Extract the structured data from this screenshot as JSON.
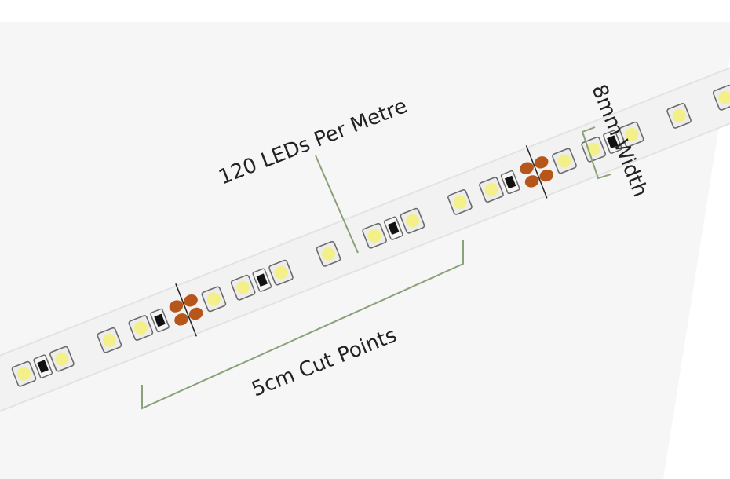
{
  "labels": {
    "leds_per_metre": "120 LEDs Per Metre",
    "cut_points": "5cm Cut Points",
    "width": "8mm Width"
  },
  "colors": {
    "background_panel": "#f6f6f6",
    "strip": "#f2f2f2",
    "strip_edge": "#e6e6e6",
    "led_body": "#ececec",
    "led_border": "#6b6b6b",
    "led_phosphor": "#f3f08a",
    "resistor": "#111111",
    "copper_pad": "#b6561a",
    "annotation_line": "#8aa27a",
    "text": "#222222"
  },
  "icons": {
    "led": "smd-led-icon",
    "resistor": "resistor-icon",
    "cut_pad": "copper-cut-pad-icon"
  }
}
